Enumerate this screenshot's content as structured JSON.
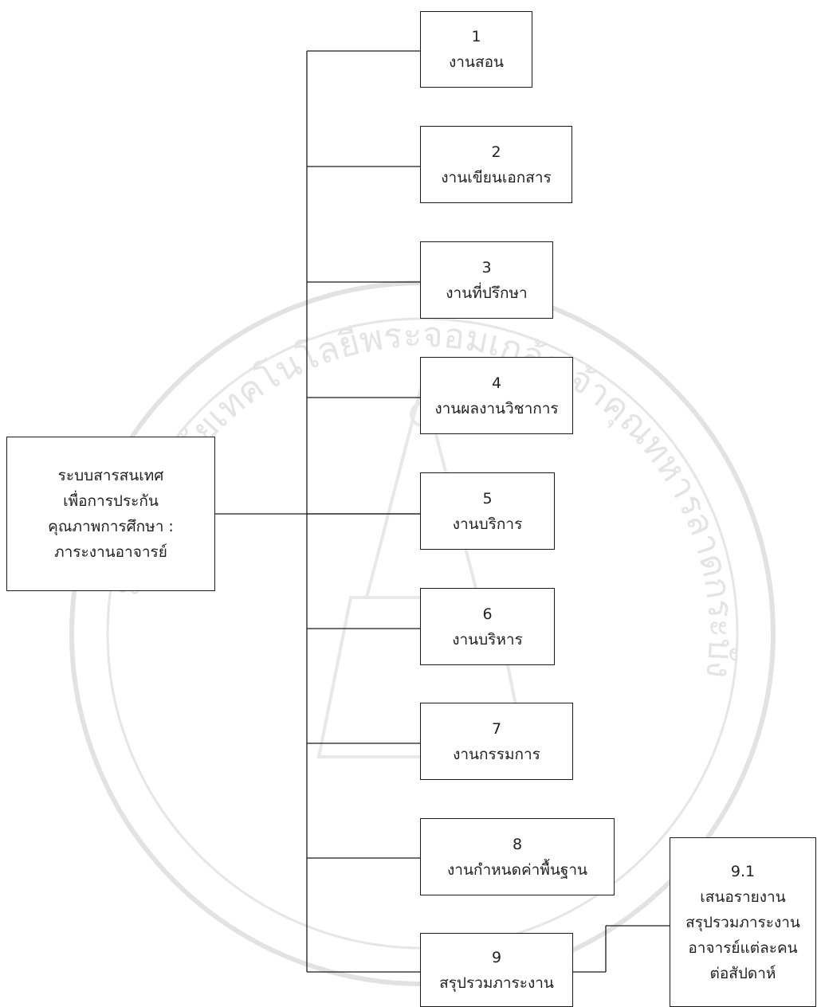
{
  "root": {
    "lines": [
      "ระบบสารสนเทศ",
      "เพื่อการประกัน",
      "คุณภาพการศึกษา :",
      "ภาระงานอาจารย์"
    ]
  },
  "items": [
    {
      "number": "1",
      "label": "งานสอน"
    },
    {
      "number": "2",
      "label": "งานเขียนเอกสาร"
    },
    {
      "number": "3",
      "label": "งานที่ปรึกษา"
    },
    {
      "number": "4",
      "label": "งานผลงานวิชาการ"
    },
    {
      "number": "5",
      "label": "งานบริการ"
    },
    {
      "number": "6",
      "label": "งานบริหาร"
    },
    {
      "number": "7",
      "label": "งานกรรมการ"
    },
    {
      "number": "8",
      "label": "งานกำหนดค่าพื้นฐาน"
    },
    {
      "number": "9",
      "label": "สรุปรวมภาระงาน"
    }
  ],
  "sub_item": {
    "number": "9.1",
    "lines": [
      "เสนอรายงาน",
      "สรุปรวมภาระงาน",
      "อาจารย์แต่ละคน",
      "ต่อสัปดาห์"
    ]
  },
  "watermark": {
    "ring_text": "มหาวิทยาลัยเทคโนโลยีพระจอมเกล้าเจ้าคุณทหารลาดกระบัง",
    "color": "#dcdcdc"
  },
  "colors": {
    "line": "#1a1a1a",
    "background": "#ffffff"
  }
}
